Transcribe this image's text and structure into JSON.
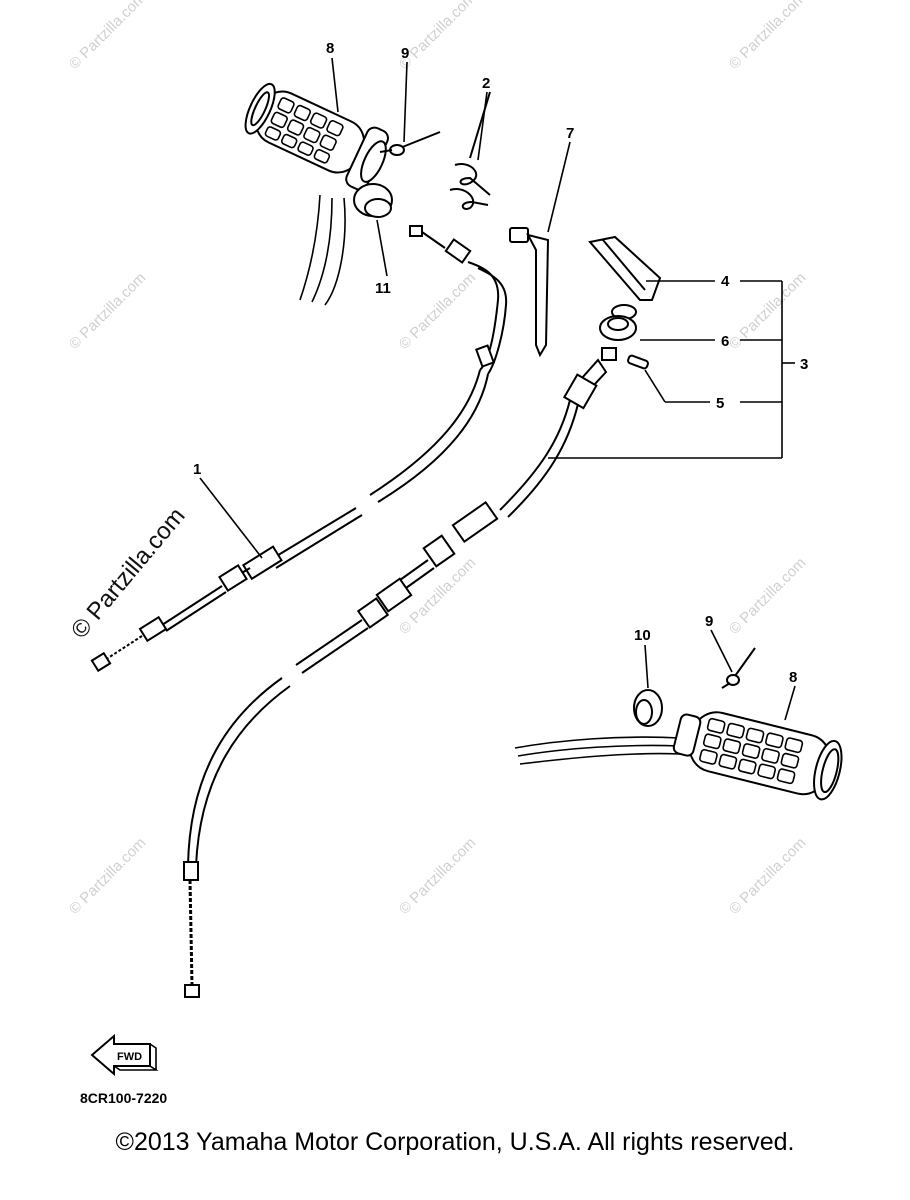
{
  "callouts": {
    "c1": "1",
    "c2": "2",
    "c3": "3",
    "c4": "4",
    "c5": "5",
    "c6": "6",
    "c7": "7",
    "c8_top": "8",
    "c9_top": "9",
    "c10": "10",
    "c11": "11",
    "c8_bottom": "8",
    "c9_bottom": "9"
  },
  "watermark": {
    "main": "© Partzilla.com",
    "repeat": "© Partzilla.com"
  },
  "fwd_label": "FWD",
  "diagram_code": "8CR100-7220",
  "copyright": "©2013  Yamaha Motor Corporation, U.S.A. All rights reserved."
}
